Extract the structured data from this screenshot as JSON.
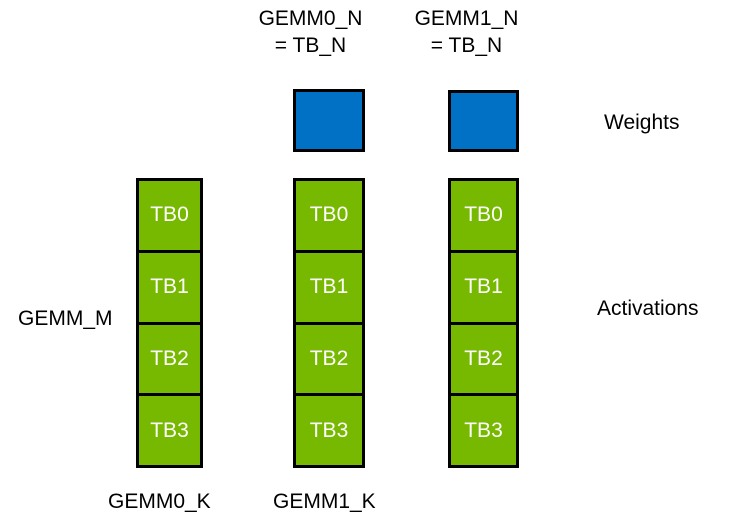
{
  "labels": {
    "gemm0_n_line1": "GEMM0_N",
    "gemm0_n_line2": "= TB_N",
    "gemm1_n_line1": "GEMM1_N",
    "gemm1_n_line2": "= TB_N",
    "weights": "Weights",
    "activations": "Activations",
    "gemm_m": "GEMM_M",
    "gemm0_k": "GEMM0_K",
    "gemm1_k": "GEMM1_K"
  },
  "tb_cells": [
    "TB0",
    "TB1",
    "TB2",
    "TB3"
  ],
  "colors": {
    "activation_green": "#76B900",
    "weight_blue": "#0071C5",
    "border_black": "#000000",
    "tb_label_white": "#FFFFFF",
    "label_black": "#000000"
  }
}
